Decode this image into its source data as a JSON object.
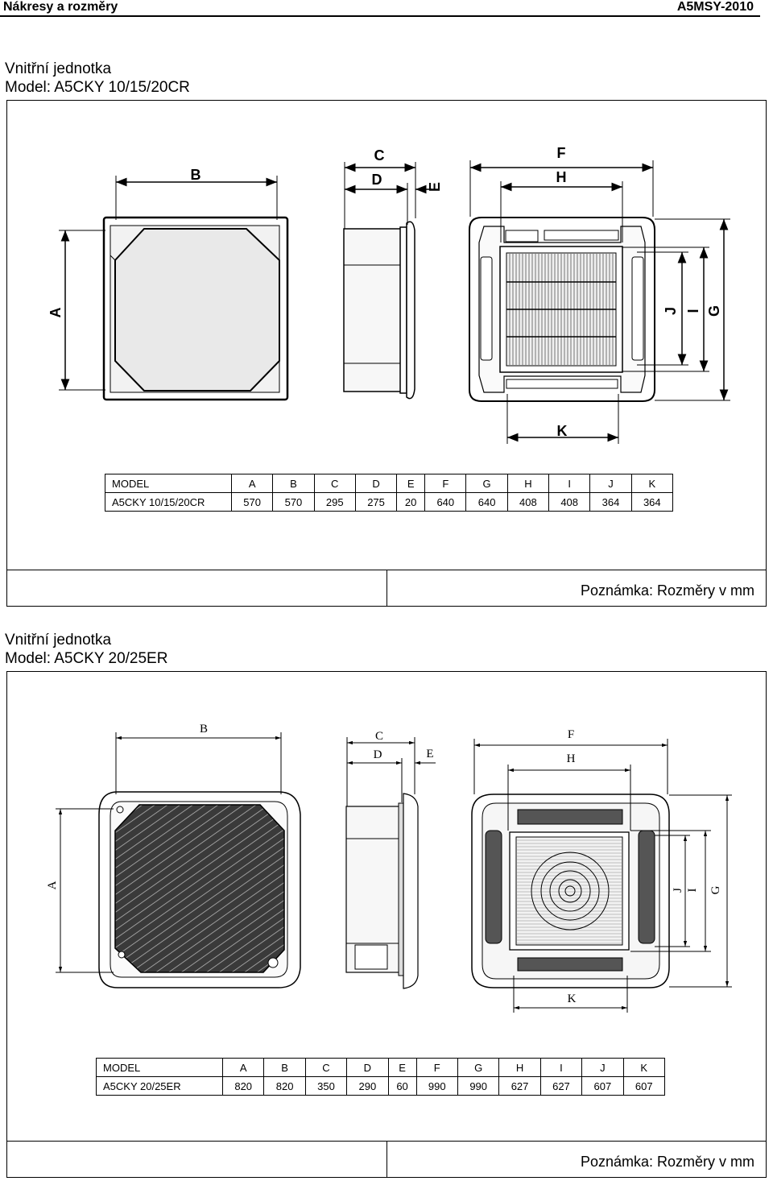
{
  "header": {
    "left": "Nákresy a rozměry",
    "right": "A5MSY-2010"
  },
  "section1": {
    "title_line1": "Vnitřní jednotka",
    "title_line2": "Model: A5CKY 10/15/20CR",
    "dim_labels": {
      "A": "A",
      "B": "B",
      "C": "C",
      "D": "D",
      "E": "E",
      "F": "F",
      "G": "G",
      "H": "H",
      "I": "I",
      "J": "J",
      "K": "K"
    },
    "table": {
      "headers": [
        "MODEL",
        "A",
        "B",
        "C",
        "D",
        "E",
        "F",
        "G",
        "H",
        "I",
        "J",
        "K"
      ],
      "row": [
        "A5CKY 10/15/20CR",
        "570",
        "570",
        "295",
        "275",
        "20",
        "640",
        "640",
        "408",
        "408",
        "364",
        "364"
      ]
    },
    "note": "Poznámka: Rozměry v mm"
  },
  "section2": {
    "title_line1": "Vnitřní jednotka",
    "title_line2": "Model: A5CKY 20/25ER",
    "dim_labels": {
      "A": "A",
      "B": "B",
      "C": "C",
      "D": "D",
      "E": "E",
      "F": "F",
      "G": "G",
      "H": "H",
      "I": "I",
      "J": "J",
      "K": "K"
    },
    "table": {
      "headers": [
        "MODEL",
        "A",
        "B",
        "C",
        "D",
        "E",
        "F",
        "G",
        "H",
        "I",
        "J",
        "K"
      ],
      "row": [
        "A5CKY 20/25ER",
        "820",
        "820",
        "350",
        "290",
        "60",
        "990",
        "990",
        "627",
        "627",
        "607",
        "607"
      ]
    },
    "note": "Poznámka: Rozměry v mm"
  }
}
